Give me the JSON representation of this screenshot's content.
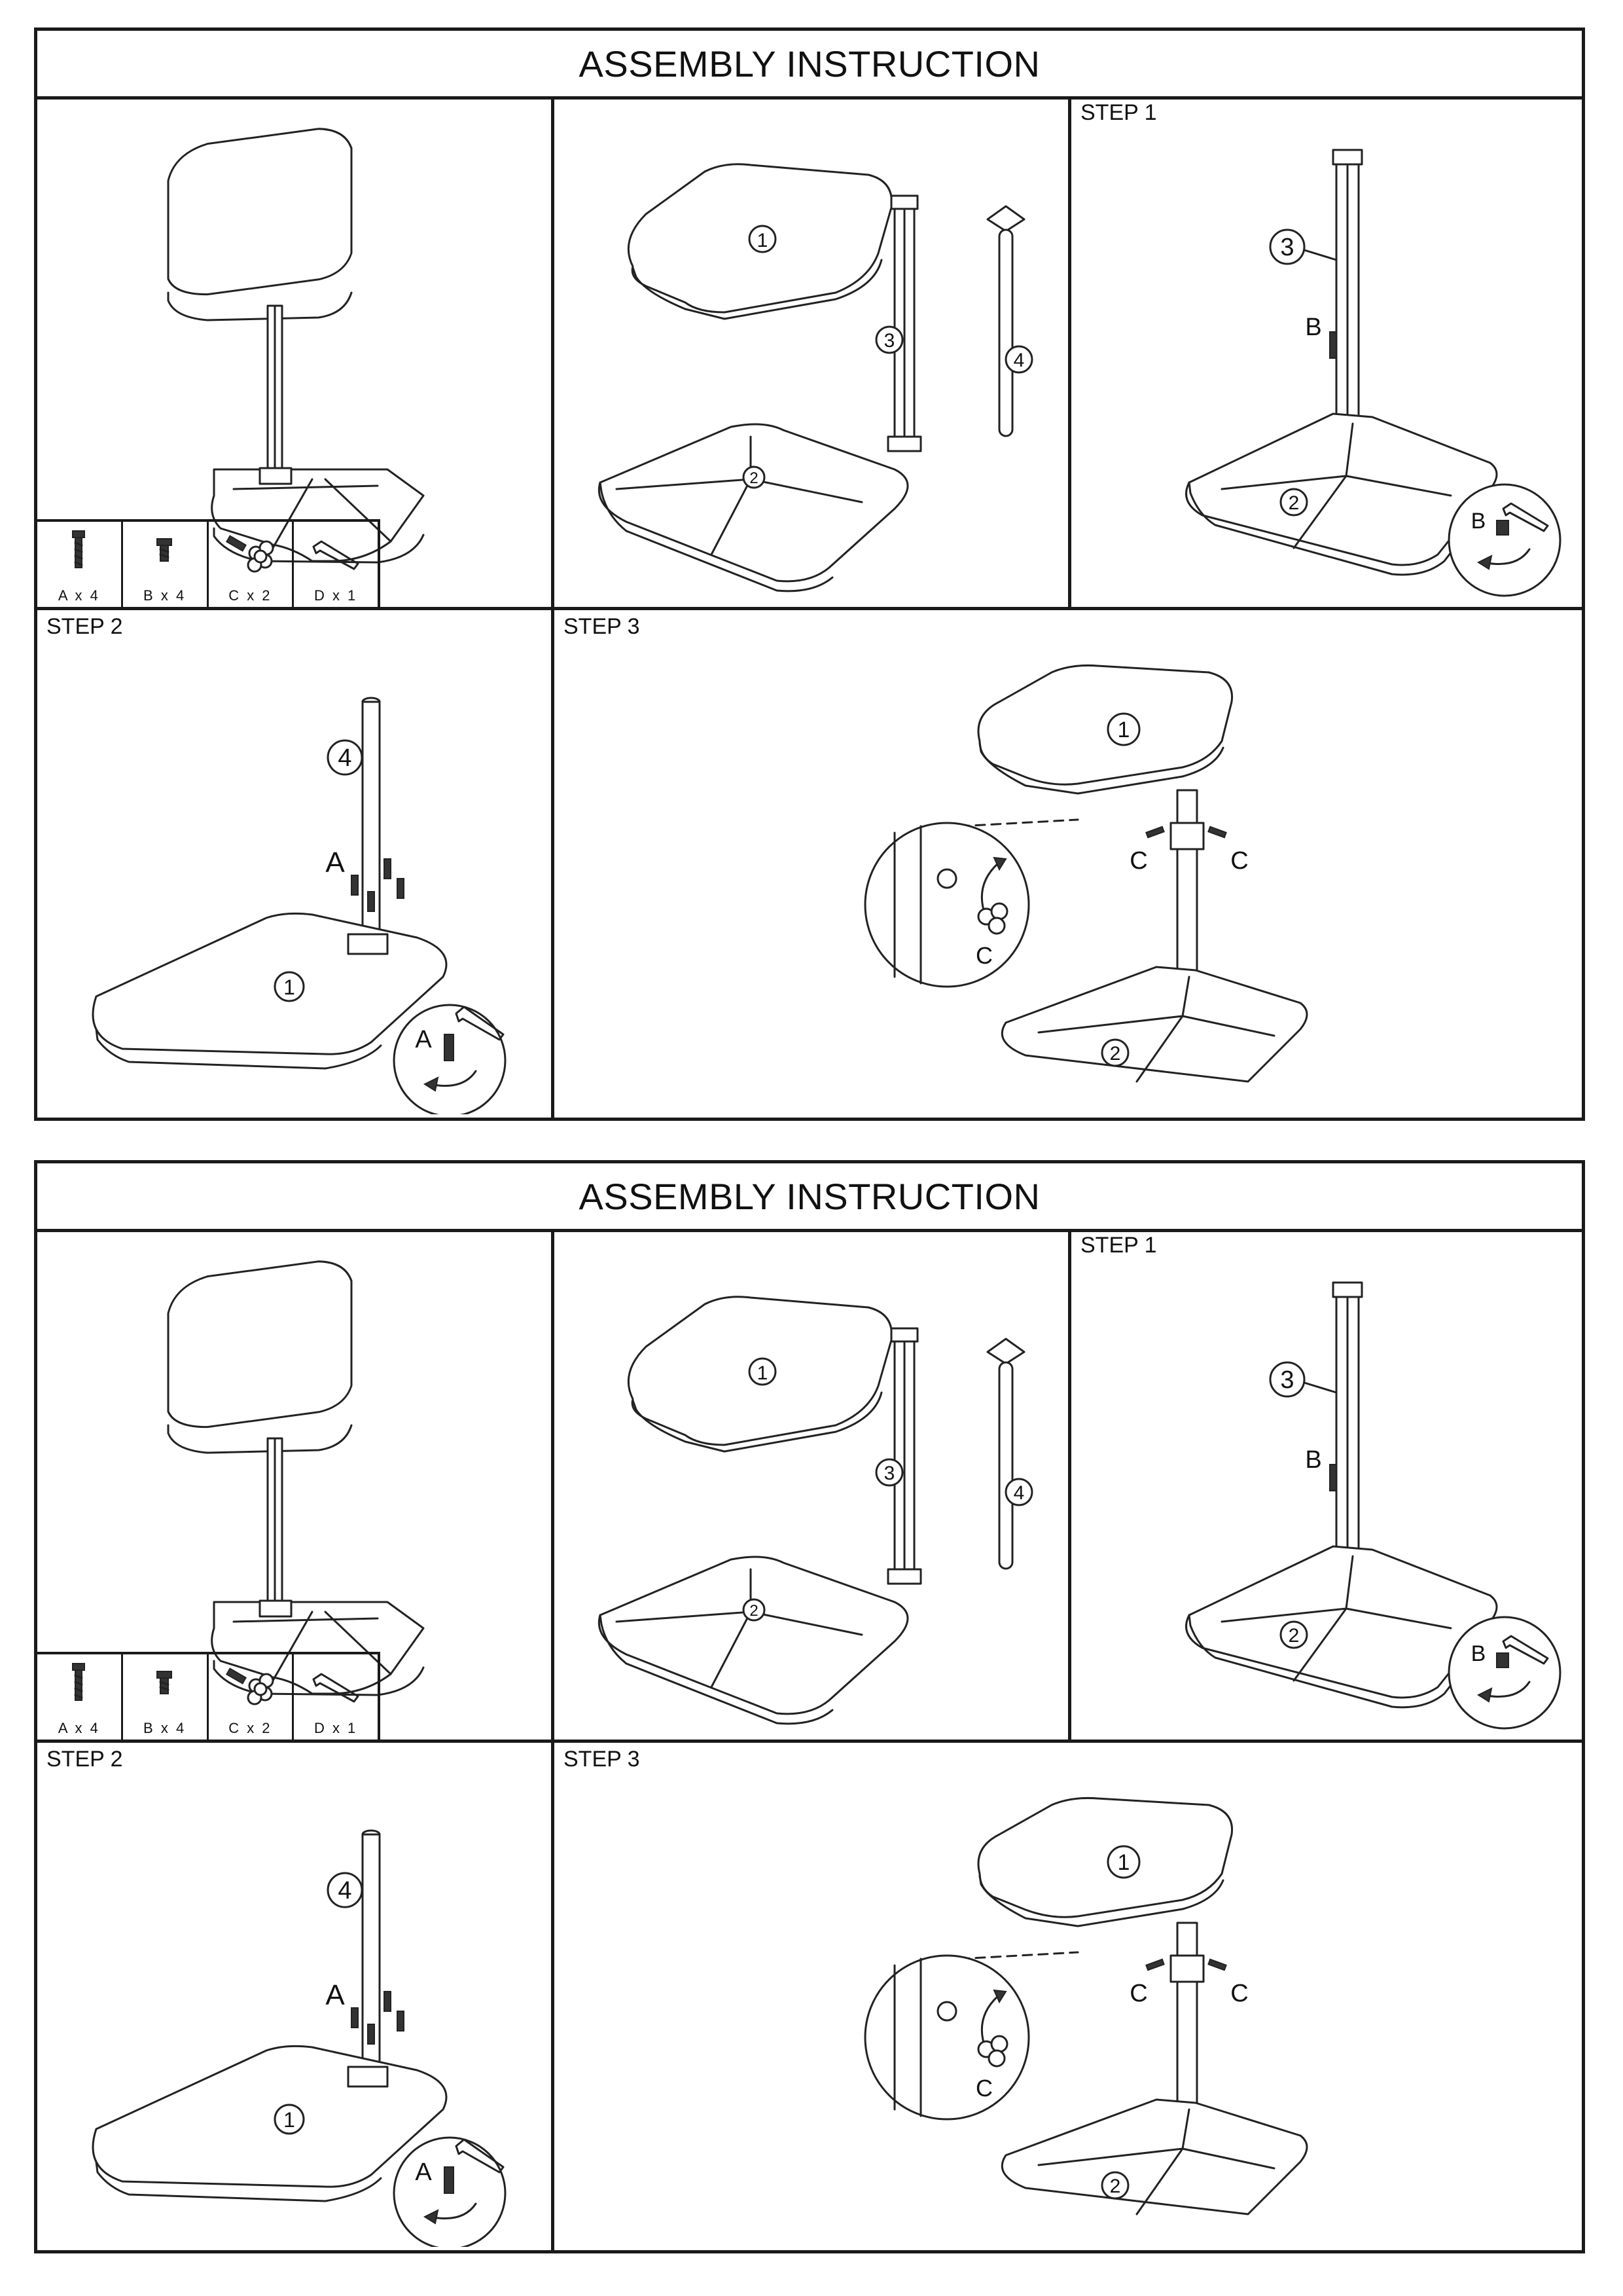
{
  "sheets": [
    {
      "title": "ASSEMBLY INSTRUCTION",
      "hardware": [
        {
          "icon": "screw-a-icon",
          "qty": "A x 4"
        },
        {
          "icon": "screw-b-icon",
          "qty": "B x 4"
        },
        {
          "icon": "knob-c-icon",
          "qty": "C x 2"
        },
        {
          "icon": "allen-key-d-icon",
          "qty": "D x 1"
        }
      ],
      "parts_callouts": [
        "1",
        "2",
        "3",
        "4"
      ],
      "step1": {
        "label": "STEP 1",
        "part": "3",
        "base": "2",
        "fastener": "B",
        "detail_fastener": "B"
      },
      "step2": {
        "label": "STEP 2",
        "part": "4",
        "top": "1",
        "fastener": "A",
        "detail_fastener": "A"
      },
      "step3": {
        "label": "STEP 3",
        "top": "1",
        "base": "2",
        "knob_left": "C",
        "knob_right": "C",
        "detail_knob": "C"
      }
    },
    {
      "title": "ASSEMBLY INSTRUCTION",
      "hardware": [
        {
          "icon": "screw-a-icon",
          "qty": "A x 4"
        },
        {
          "icon": "screw-b-icon",
          "qty": "B x 4"
        },
        {
          "icon": "knob-c-icon",
          "qty": "C x 2"
        },
        {
          "icon": "allen-key-d-icon",
          "qty": "D x 1"
        }
      ],
      "parts_callouts": [
        "1",
        "2",
        "3",
        "4"
      ],
      "step1": {
        "label": "STEP 1",
        "part": "3",
        "base": "2",
        "fastener": "B",
        "detail_fastener": "B"
      },
      "step2": {
        "label": "STEP 2",
        "part": "4",
        "top": "1",
        "fastener": "A",
        "detail_fastener": "A"
      },
      "step3": {
        "label": "STEP 3",
        "top": "1",
        "base": "2",
        "knob_left": "C",
        "knob_right": "C",
        "detail_knob": "C"
      }
    }
  ]
}
